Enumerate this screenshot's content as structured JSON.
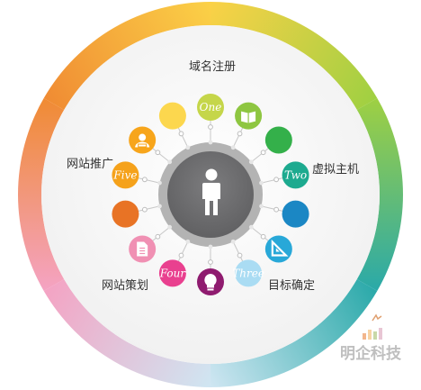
{
  "labels": {
    "domain": "域名注册",
    "hosting": "虚拟主机",
    "goals": "目标确定",
    "planning": "网站策划",
    "promotion": "网站推广"
  },
  "ring_colors": [
    "#fbd147",
    "#9fd042",
    "#2aa9a9",
    "#cfe6f2",
    "#f4a3c3",
    "#f08b33"
  ],
  "nodes": [
    {
      "label": "",
      "color": "#fcd74e",
      "icon": ""
    },
    {
      "label": "One",
      "color": "#c5d64a",
      "icon": ""
    },
    {
      "label": "",
      "color": "#8ec641",
      "icon": "book-icon"
    },
    {
      "label": "",
      "color": "#34b04a",
      "icon": ""
    },
    {
      "label": "Two",
      "color": "#1daa8f",
      "icon": ""
    },
    {
      "label": "",
      "color": "#1b87c4",
      "icon": ""
    },
    {
      "label": "",
      "color": "#28a8d8",
      "icon": "triangle-ruler-icon"
    },
    {
      "label": "Three",
      "color": "#aadcf3",
      "icon": ""
    },
    {
      "label": "",
      "color": "#8f1b6f",
      "icon": "lightbulb-icon"
    },
    {
      "label": "Four",
      "color": "#e9408f",
      "icon": ""
    },
    {
      "label": "",
      "color": "#f090b3",
      "icon": "document-icon"
    },
    {
      "label": "",
      "color": "#e87325",
      "icon": ""
    },
    {
      "label": "Five",
      "color": "#f5a21b",
      "icon": ""
    },
    {
      "label": "",
      "color": "#f7a51b",
      "icon": "person-icon"
    }
  ],
  "center": {
    "icon": "person-silhouette-icon",
    "color": "#6f6f71"
  },
  "watermark": {
    "text": "明企科技"
  }
}
